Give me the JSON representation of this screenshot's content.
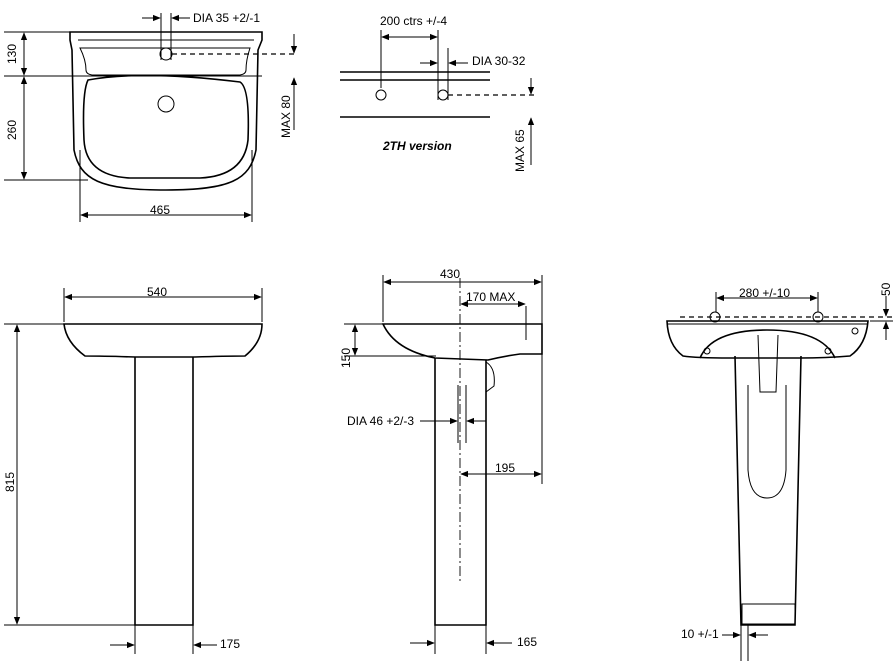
{
  "dimensions": {
    "tap_hole_dia": "DIA 35 +2/-1",
    "top_depth": "130",
    "bowl_depth": "260",
    "max_80": "MAX 80",
    "top_width": "465",
    "two_tap_ctrs": "200 ctrs +/-4",
    "tap_dia_2th": "DIA 30-32",
    "max_65": "MAX 65",
    "version_label": "2TH version",
    "front_width": "540",
    "height_815": "815",
    "pedestal_175": "175",
    "side_depth_430": "430",
    "max_170": "170 MAX",
    "bowl_h_150": "150",
    "waste_dia": "DIA 46 +2/-3",
    "dim_195": "195",
    "dim_165": "165",
    "fix_ctrs": "280 +/-10",
    "dim_50": "50",
    "dim_10": "10 +/-1"
  }
}
